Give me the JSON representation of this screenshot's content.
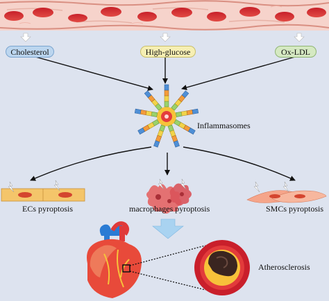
{
  "inputs": {
    "cholesterol": "Cholesterol",
    "high_glucose": "High-glucose",
    "ox_ldl": "Ox-LDL"
  },
  "center": {
    "label": "Inflammasomes"
  },
  "outcomes": {
    "ecs": "ECs  pyroptosis",
    "macrophages": "macrophages pyroptosis",
    "smcs": "SMCs pyroptosis"
  },
  "result": {
    "label": "Atherosclerosis"
  },
  "colors": {
    "panel_bg": "#dde3ef",
    "vessel_wall": "#e8a79a",
    "cholesterol_pill": "#bcd6ef",
    "glucose_pill": "#f6efb3",
    "oxldl_pill": "#d5e9c2",
    "arrow": "#111111",
    "down_arrow": "#a9d3f1"
  }
}
